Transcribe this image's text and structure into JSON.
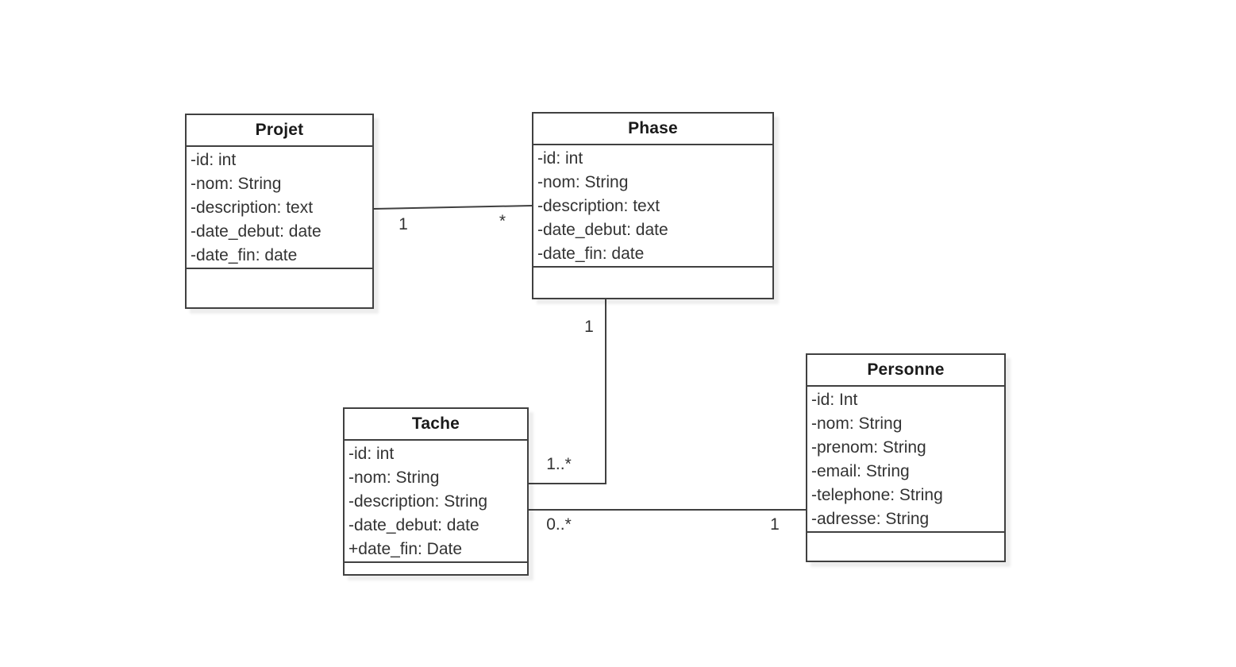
{
  "diagram_type": "uml-class-diagram",
  "colors": {
    "stroke": "#404040",
    "text": "#333333",
    "title_text": "#1a1a1a",
    "fill": "#ffffff",
    "background": "#ffffff"
  },
  "classes": [
    {
      "name": "Projet",
      "attributes": [
        "-id: int",
        "-nom: String",
        "-description: text",
        "-date_debut: date",
        "-date_fin: date"
      ],
      "methods": []
    },
    {
      "name": "Phase",
      "attributes": [
        "-id: int",
        "-nom: String",
        "-description: text",
        "-date_debut: date",
        "-date_fin: date"
      ],
      "methods": []
    },
    {
      "name": "Tache",
      "attributes": [
        "-id: int",
        "-nom: String",
        "-description: String",
        "-date_debut: date",
        "+date_fin: Date"
      ],
      "methods": []
    },
    {
      "name": "Personne",
      "attributes": [
        "-id: Int",
        "-nom: String",
        "-prenom: String",
        "-email: String",
        "-telephone: String",
        "-adresse: String"
      ],
      "methods": []
    }
  ],
  "relations": [
    {
      "from": "Projet",
      "to": "Phase",
      "source_multiplicity": "1",
      "target_multiplicity": "*"
    },
    {
      "from": "Phase",
      "to": "Tache",
      "source_multiplicity": "1",
      "target_multiplicity": "1..*"
    },
    {
      "from": "Tache",
      "to": "Personne",
      "source_multiplicity": "0..*",
      "target_multiplicity": "1"
    }
  ]
}
